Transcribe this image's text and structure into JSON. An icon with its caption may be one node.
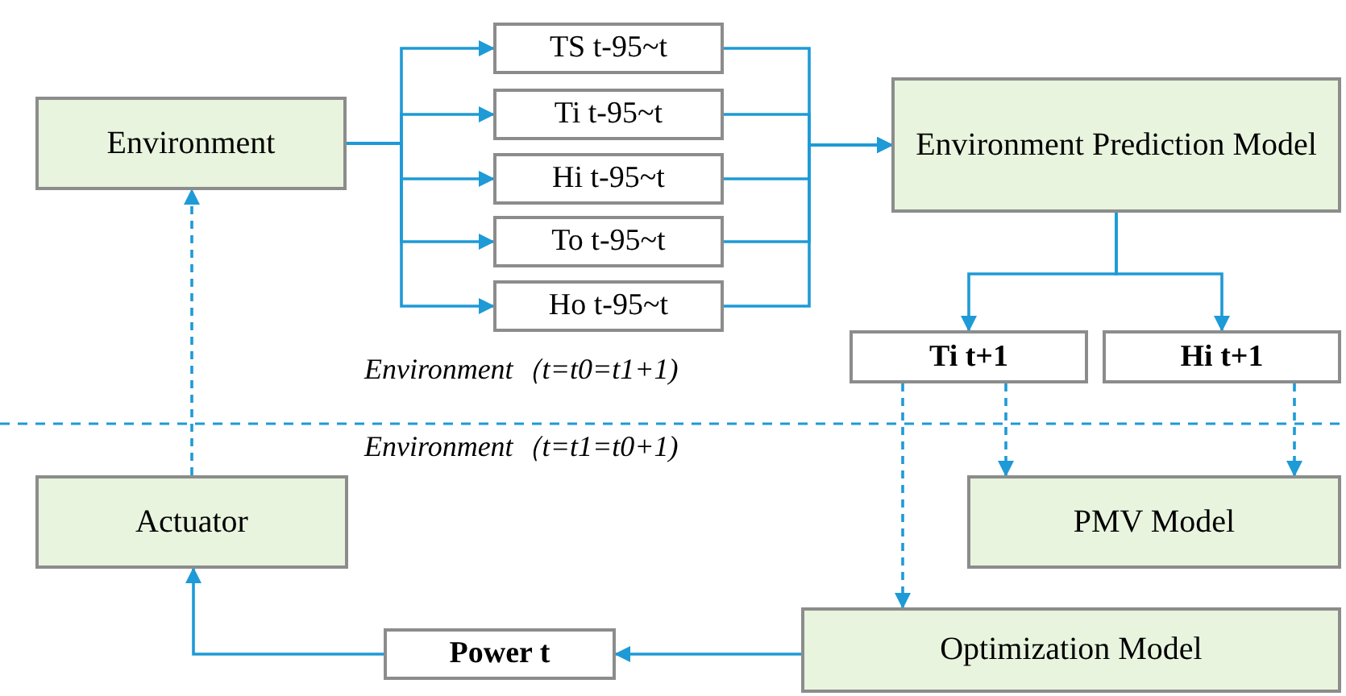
{
  "diagram": {
    "nodes": [
      {
        "text": [
          "Environment"
        ]
      },
      {
        "text": [
          "TS t-95~t"
        ]
      },
      {
        "text": [
          "Ti t-95~t"
        ]
      },
      {
        "text": [
          "Hi t-95~t"
        ]
      },
      {
        "text": [
          "To t-95~t"
        ]
      },
      {
        "text": [
          "Ho t-95~t"
        ]
      },
      {
        "text": [
          "Environment Prediction Model"
        ]
      },
      {
        "text": [
          "Ti t+1"
        ]
      },
      {
        "text": [
          "Hi t+1"
        ]
      },
      {
        "text": [
          "Actuator"
        ]
      },
      {
        "text": [
          "PMV Model"
        ]
      },
      {
        "text": [
          "Optimization Model"
        ]
      },
      {
        "text": [
          "Power t"
        ]
      }
    ],
    "edges": [
      {
        "from": 0,
        "to": 1,
        "arrow": "to"
      },
      {
        "from": 0,
        "to": 2,
        "arrow": "to"
      },
      {
        "from": 0,
        "to": 3,
        "arrow": "to"
      },
      {
        "from": 0,
        "to": 4,
        "arrow": "to"
      },
      {
        "from": 0,
        "to": 5,
        "arrow": "to"
      },
      {
        "from": 1,
        "to": 6,
        "arrow": "to"
      },
      {
        "from": 2,
        "to": 6,
        "arrow": "to"
      },
      {
        "from": 3,
        "to": 6,
        "arrow": "to"
      },
      {
        "from": 4,
        "to": 6,
        "arrow": "to"
      },
      {
        "from": 5,
        "to": 6,
        "arrow": "to"
      },
      {
        "from": 6,
        "to": 7,
        "arrow": "to"
      },
      {
        "from": 6,
        "to": 8,
        "arrow": "to"
      },
      {
        "from": 7,
        "to": 10,
        "arrow": "to",
        "style": "dashed"
      },
      {
        "from": 8,
        "to": 10,
        "arrow": "to",
        "style": "dashed"
      },
      {
        "from": 7,
        "to": 11,
        "arrow": "to",
        "style": "dashed"
      },
      {
        "from": 11,
        "to": 12,
        "arrow": "to"
      },
      {
        "from": 12,
        "to": 9,
        "arrow": "to"
      },
      {
        "from": 9,
        "to": 0,
        "arrow": "to",
        "style": "dashed"
      }
    ],
    "labels": [
      "Environment（t=t0=t1+1)",
      "Environment（t=t1=t0+1)"
    ]
  }
}
